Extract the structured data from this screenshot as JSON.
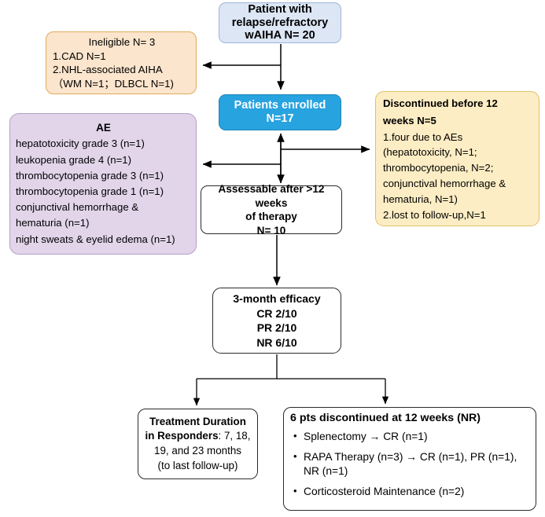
{
  "diagram": {
    "title": "wAIHA treatment study flow diagram",
    "colors": {
      "source_fill": "#dce6f5",
      "ineligible_fill": "#fce5cd",
      "enrolled_fill": "#27a3e0",
      "ae_fill": "#e2d5ea",
      "discontinued_fill": "#fdedc4",
      "plain_fill": "#ffffff",
      "connector": "#000000"
    }
  },
  "nodes": {
    "source": {
      "lines": [
        "Patient with",
        "relapse/refractory",
        "wAIHA N= 20"
      ]
    },
    "ineligible": {
      "lines": [
        "Ineligible N= 3",
        "1.CAD N=1",
        "2.NHL-associated AIHA",
        "（WM N=1；DLBCL N=1)"
      ]
    },
    "enrolled": {
      "lines": [
        "Patients enrolled",
        "N=17"
      ]
    },
    "adverse_events": {
      "lines": [
        "AE",
        "hepatotoxicity grade 3  (n=1)",
        "leukopenia grade 4 (n=1)",
        "thrombocytopenia grade 3 (n=1)",
        "thrombocytopenia grade 1 (n=1)",
        "conjunctival hemorrhage &",
        "hematuria (n=1)",
        "night sweats & eyelid edema (n=1)"
      ]
    },
    "discontinued": {
      "lines": [
        "Discontinued before 12",
        "weeks N=5",
        "1.four due to AEs",
        "(hepatotoxicity, N=1;",
        "thrombocytopenia, N=2;",
        "conjunctival hemorrhage &",
        "hematuria, N=1)",
        "2.lost to follow-up,N=1"
      ]
    },
    "assessable": {
      "lines": [
        "Assessable after >12 weeks",
        "of therapy",
        "N= 10"
      ]
    },
    "efficacy": {
      "lines": [
        "3-month efficacy",
        "CR 2/10",
        "PR 2/10",
        "NR 6/10"
      ]
    },
    "treatment_duration": {
      "line1_bold": "Treatment Duration",
      "line2_bold": "in Responders",
      "line2_rest": ": 7, 18,",
      "line3": "19, and 23 months",
      "line4": "(to last follow-up)"
    },
    "six_pts": {
      "title": "6 pts discontinued at 12 weeks (NR)",
      "bullets": [
        "Splenectomy → CR (n=1)",
        "RAPA Therapy (n=3) → CR (n=1), PR (n=1), NR (n=1)",
        "Corticosteroid Maintenance (n=2)"
      ]
    }
  }
}
